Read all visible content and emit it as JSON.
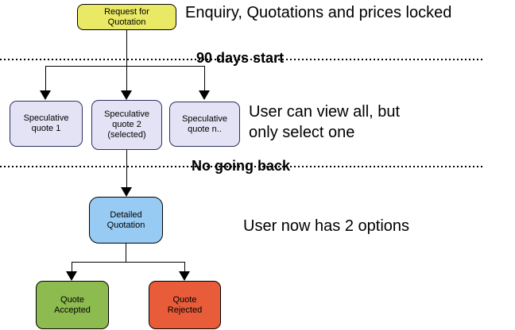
{
  "flowchart": {
    "nodes": {
      "request_for_quotation": {
        "label": "Request for\nQuotation",
        "fill": "#E9E965"
      },
      "speculative_quote_1": {
        "label": "Speculative\nquote 1",
        "fill": "#E3E3F5"
      },
      "speculative_quote_2": {
        "label": "Speculative\nquote 2\n(selected)",
        "fill": "#E3E3F5"
      },
      "speculative_quote_n": {
        "label": "Speculative\nquote n..",
        "fill": "#E3E3F5"
      },
      "detailed_quotation": {
        "label": "Detailed\nQuotation",
        "fill": "#98CBF3"
      },
      "quote_accepted": {
        "label": "Quote\nAccepted",
        "fill": "#8DBB4F"
      },
      "quote_rejected": {
        "label": "Quote\nRejected",
        "fill": "#E85C3A"
      }
    },
    "phase_dividers": {
      "divider_1": {
        "label": "90 days start"
      },
      "divider_2": {
        "label": "No going back"
      }
    },
    "annotations": {
      "top": "Enquiry, Quotations and prices locked",
      "middle": "User can view all, but\nonly select one",
      "bottom": "User now has 2 options"
    },
    "colors": {
      "line": "#000000",
      "background": "#FFFFFF",
      "spec_border": "#2E2E5E"
    }
  }
}
